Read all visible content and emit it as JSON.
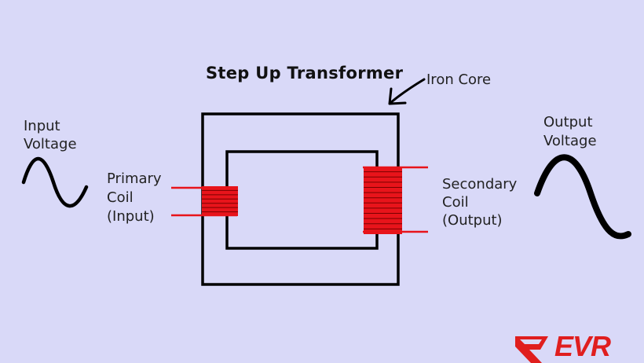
{
  "title": "Step Up Transformer",
  "labels": {
    "iron_core": "Iron Core",
    "input_voltage": [
      "Input",
      "Voltage"
    ],
    "primary_coil": [
      "Primary",
      "Coil",
      "(Input)"
    ],
    "secondary_coil": [
      "Secondary",
      "Coil",
      "(Output)"
    ],
    "output_voltage": [
      "Output",
      "Voltage"
    ]
  },
  "logo": {
    "text": "EVR"
  },
  "coils": {
    "primary_turns": 6,
    "secondary_turns": 12
  },
  "colors": {
    "background": "#d9d9f8",
    "core": "#000000",
    "coil": "#e8141b",
    "coil_line": "#7a0000",
    "logo": "#e01e1e"
  }
}
